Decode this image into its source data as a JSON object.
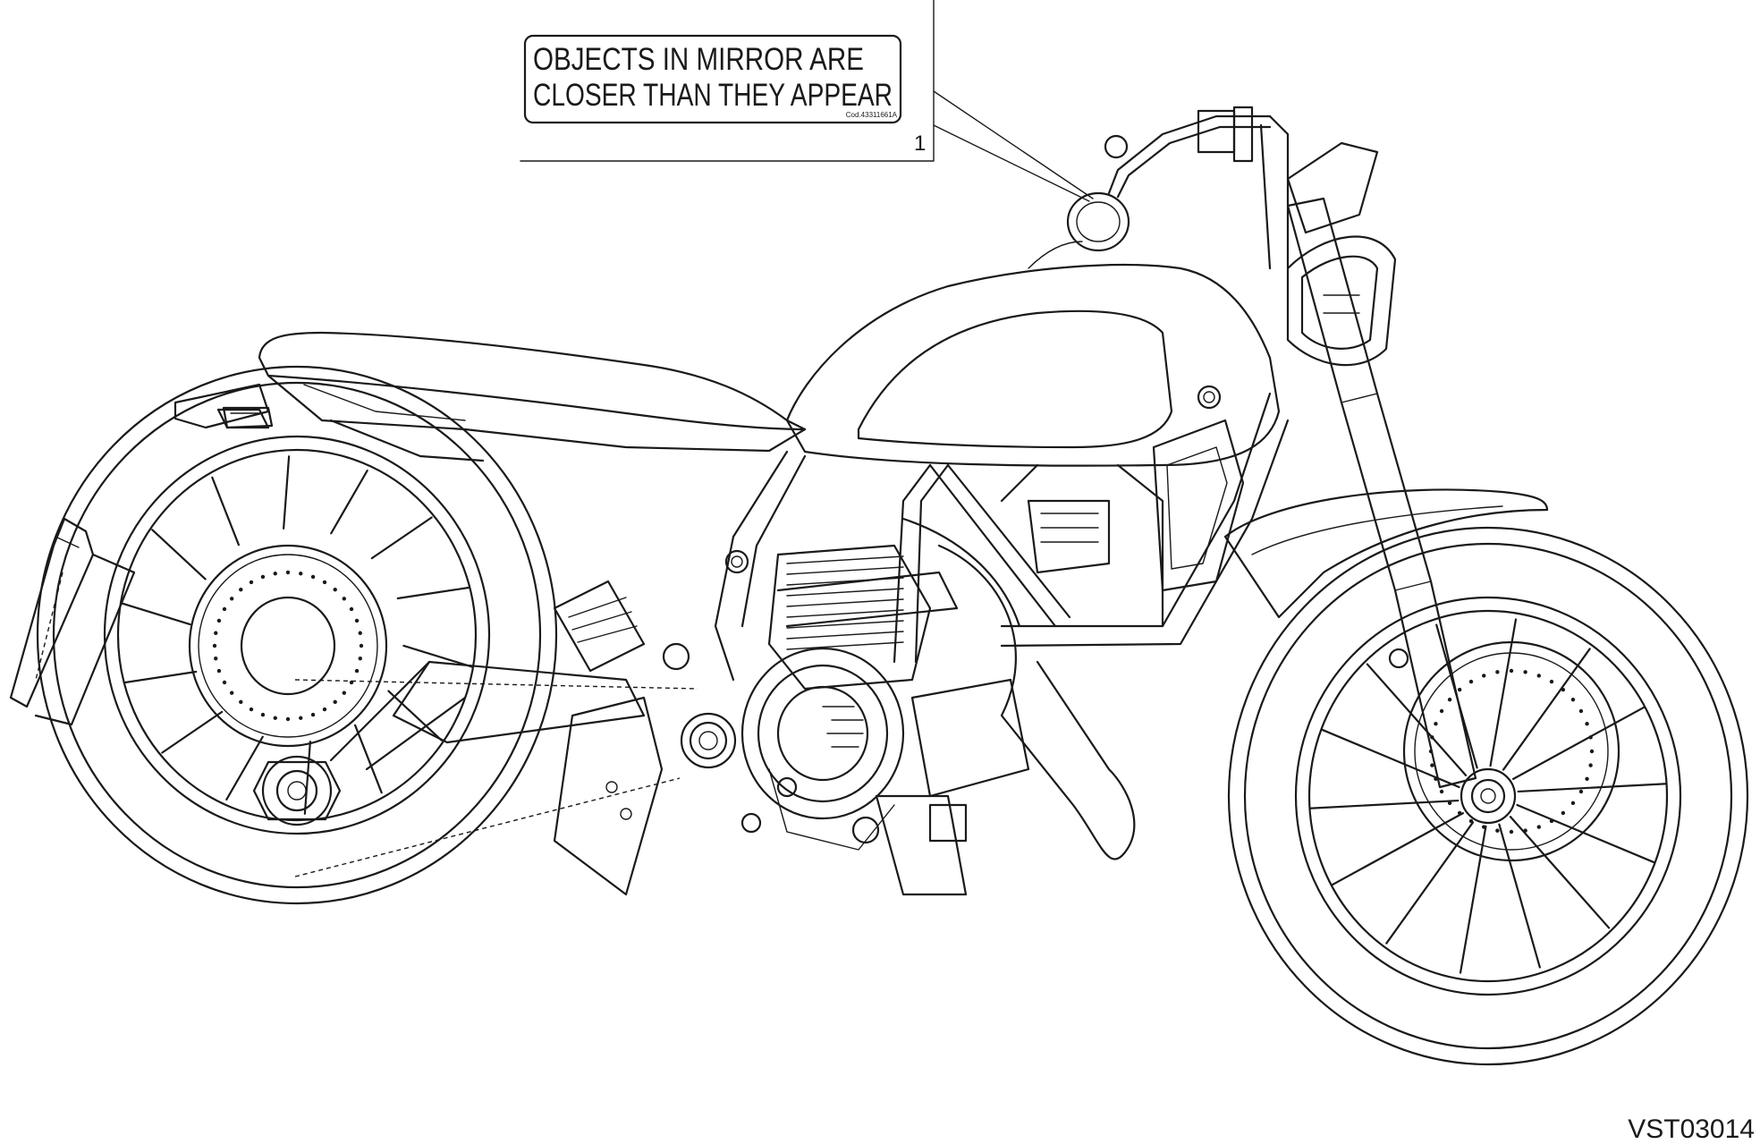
{
  "label": {
    "line1": "OBJECTS IN MIRROR ARE",
    "line2": "CLOSER THAN THEY APPEAR",
    "code": "Cod.43311661A"
  },
  "callout_number": "1",
  "drawing_code": "VST03014"
}
